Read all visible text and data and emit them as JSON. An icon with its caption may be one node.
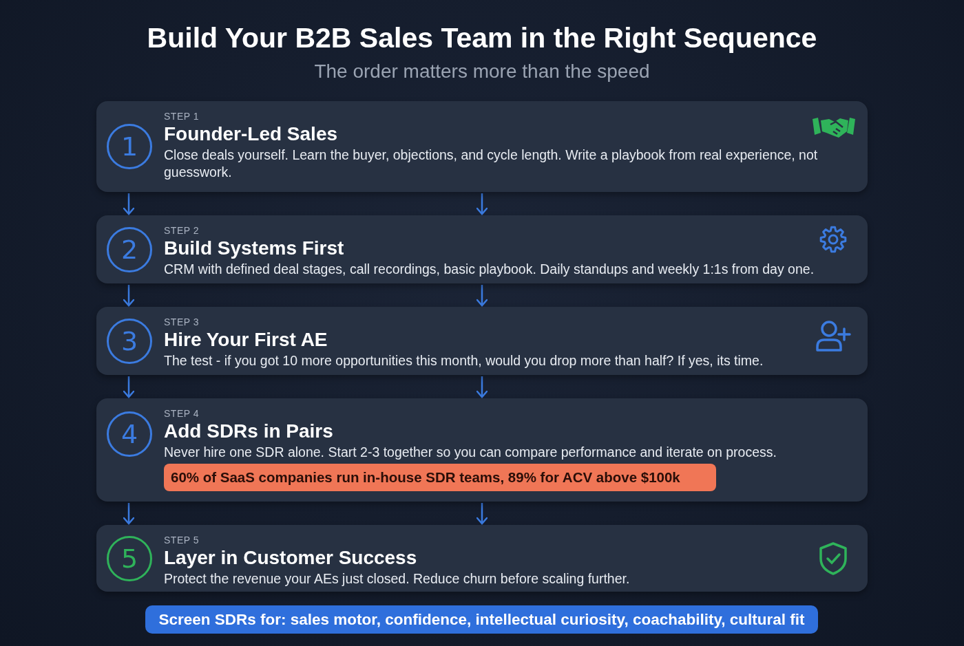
{
  "diagram": {
    "title": "Build Your B2B Sales Team in the Right Sequence",
    "caption": "The order matters more than the speed",
    "nodes": [
      {
        "text": [
          "STEP 1",
          "Founder-Led Sales",
          "Close deals yourself. Learn the buyer, objections, and cycle length. Write a playbook from real experience, not guesswork."
        ]
      },
      {
        "text": [
          "1"
        ],
        "in": 0
      },
      {
        "text": [
          "STEP 2",
          "Build Systems First",
          "CRM with defined deal stages, call recordings, basic playbook. Daily standups and weekly 1:1s from day one."
        ]
      },
      {
        "text": [
          "2"
        ],
        "in": 2
      },
      {
        "text": [
          "STEP 3",
          "Hire Your First AE",
          "The test - if you got 10 more opportunities this month, would you drop more than half? If yes, its time."
        ]
      },
      {
        "text": [
          "3"
        ],
        "in": 4
      },
      {
        "text": [
          "STEP 4",
          "Add SDRs in Pairs",
          "Never hire one SDR alone. Start 2-3 together so you can compare performance and iterate on process."
        ]
      },
      {
        "text": [
          "4"
        ],
        "in": 6
      },
      {
        "text": [
          "60% of SaaS companies run in-house SDR teams, 89% for ACV above $100k"
        ],
        "in": 6
      },
      {
        "text": [
          "STEP 5",
          "Layer in Customer Success",
          "Protect the revenue your AEs just closed. Reduce churn before scaling further."
        ]
      },
      {
        "text": [
          "5"
        ],
        "in": 9
      },
      {
        "text": [
          "Screen SDRs for: sales motor, confidence, intellectual curiosity, coachability, cultural fit"
        ]
      }
    ],
    "edges": [
      {
        "from": 0,
        "to": 2,
        "arrow": "to"
      },
      {
        "from": 0,
        "to": 2,
        "arrow": "to"
      },
      {
        "from": 2,
        "to": 4,
        "arrow": "to"
      },
      {
        "from": 2,
        "to": 4,
        "arrow": "to"
      },
      {
        "from": 4,
        "to": 6,
        "arrow": "to"
      },
      {
        "from": 4,
        "to": 6,
        "arrow": "to"
      },
      {
        "from": 6,
        "to": 9,
        "arrow": "to"
      },
      {
        "from": 6,
        "to": 9,
        "arrow": "to"
      }
    ]
  }
}
